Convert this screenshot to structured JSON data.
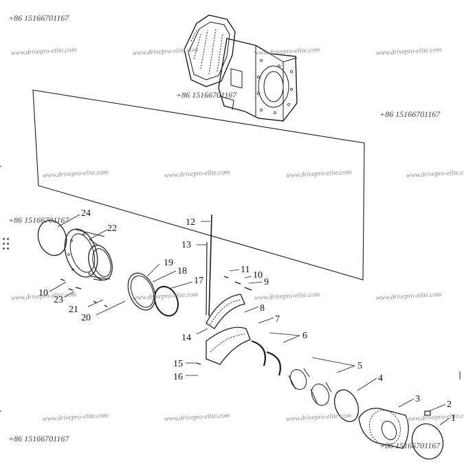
{
  "diagram": {
    "phone": "+86 15166701167",
    "watermark": "www.drivepro-elite.com",
    "colors": {
      "line": "#1a1a1a",
      "watermark": "#8a8a8a",
      "background": "#ffffff"
    },
    "callouts": [
      {
        "id": "c1",
        "label": "1"
      },
      {
        "id": "c2",
        "label": "2"
      },
      {
        "id": "c3",
        "label": "3"
      },
      {
        "id": "c4",
        "label": "4"
      },
      {
        "id": "c5",
        "label": "5"
      },
      {
        "id": "c6",
        "label": "6"
      },
      {
        "id": "c7",
        "label": "7"
      },
      {
        "id": "c8",
        "label": "8"
      },
      {
        "id": "c9",
        "label": "9"
      },
      {
        "id": "c10a",
        "label": "10"
      },
      {
        "id": "c10b",
        "label": "10"
      },
      {
        "id": "c11",
        "label": "11"
      },
      {
        "id": "c12",
        "label": "12"
      },
      {
        "id": "c13",
        "label": "13"
      },
      {
        "id": "c14",
        "label": "14"
      },
      {
        "id": "c15",
        "label": "15"
      },
      {
        "id": "c16",
        "label": "16"
      },
      {
        "id": "c17",
        "label": "17"
      },
      {
        "id": "c18",
        "label": "18"
      },
      {
        "id": "c19",
        "label": "19"
      },
      {
        "id": "c20",
        "label": "20"
      },
      {
        "id": "c21",
        "label": "21"
      },
      {
        "id": "c22",
        "label": "22"
      },
      {
        "id": "c23",
        "label": "23"
      },
      {
        "id": "c24",
        "label": "24"
      }
    ]
  }
}
